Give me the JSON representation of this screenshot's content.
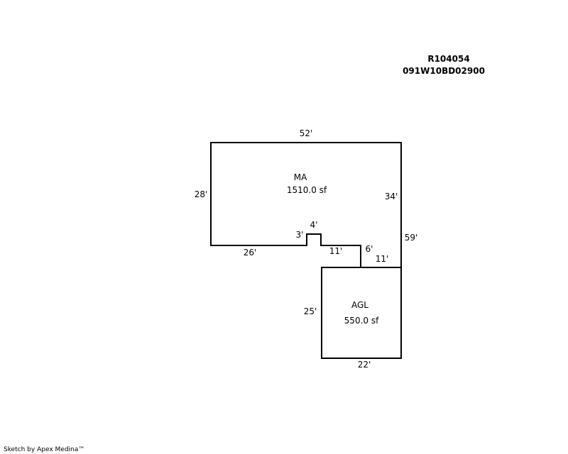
{
  "header": {
    "account_number": "R104054",
    "map_tax_lot": "091W10BD02900"
  },
  "areas": {
    "main": {
      "code": "MA",
      "size": "1510.0 sf"
    },
    "garage": {
      "code": "AGL",
      "size": "550.0 sf"
    }
  },
  "dimensions": {
    "main_top": "52'",
    "main_left": "28'",
    "main_right": "34'",
    "main_bottom_left": "26'",
    "notch_left": "3'",
    "notch_top": "4'",
    "main_bottom_mid": "11'",
    "jog_vertical": "6'",
    "jog_horizontal": "11'",
    "overall_right": "59'",
    "garage_left": "25'",
    "garage_bottom": "22'"
  },
  "footer": {
    "credit": "Sketch by Apex Medina™"
  },
  "colors": {
    "line": "#000000",
    "background": "#ffffff"
  }
}
